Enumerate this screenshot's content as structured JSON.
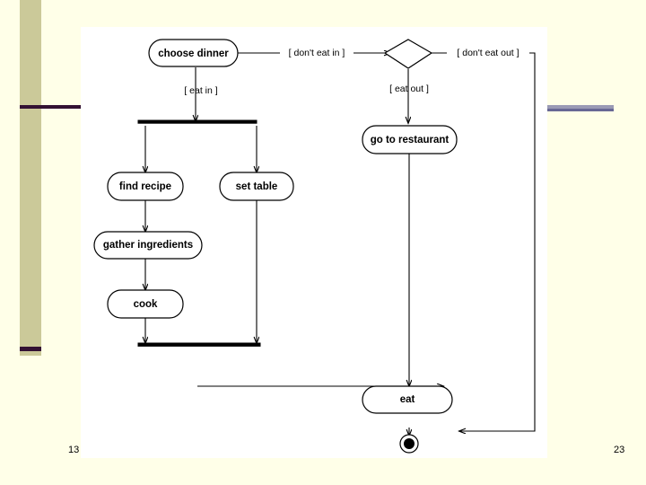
{
  "slide": {
    "page_number_left": "13",
    "page_number_right": "23",
    "background_color": "#ffffe8",
    "accent_color": "#cbc999",
    "rule_dark_color": "#331133",
    "rule_light_color": "#9a9ab4"
  },
  "diagram": {
    "type": "uml-activity-diagram",
    "nodes": [
      {
        "id": "choose-dinner",
        "label": "choose dinner",
        "shape": "rounded-rectangle"
      },
      {
        "id": "decision",
        "label": "",
        "shape": "diamond"
      },
      {
        "id": "go-to-restaurant",
        "label": "go to restaurant",
        "shape": "rounded-rectangle"
      },
      {
        "id": "find-recipe",
        "label": "find recipe",
        "shape": "rounded-rectangle"
      },
      {
        "id": "set-table",
        "label": "set table",
        "shape": "rounded-rectangle"
      },
      {
        "id": "gather-ingredients",
        "label": "gather ingredients",
        "shape": "rounded-rectangle"
      },
      {
        "id": "cook",
        "label": "cook",
        "shape": "rounded-rectangle"
      },
      {
        "id": "eat",
        "label": "eat",
        "shape": "rounded-rectangle"
      },
      {
        "id": "fork-bar",
        "label": "",
        "shape": "fork-bar"
      },
      {
        "id": "join-bar",
        "label": "",
        "shape": "join-bar"
      },
      {
        "id": "final-node",
        "label": "",
        "shape": "final-state"
      }
    ],
    "guards": [
      {
        "id": "guard-dont-eat-in",
        "label": "[ don't eat in ]"
      },
      {
        "id": "guard-dont-eat-out",
        "label": "[ don't eat out ]"
      },
      {
        "id": "guard-eat-in",
        "label": "[ eat in ]"
      },
      {
        "id": "guard-eat-out",
        "label": "[ eat out ]"
      }
    ]
  }
}
